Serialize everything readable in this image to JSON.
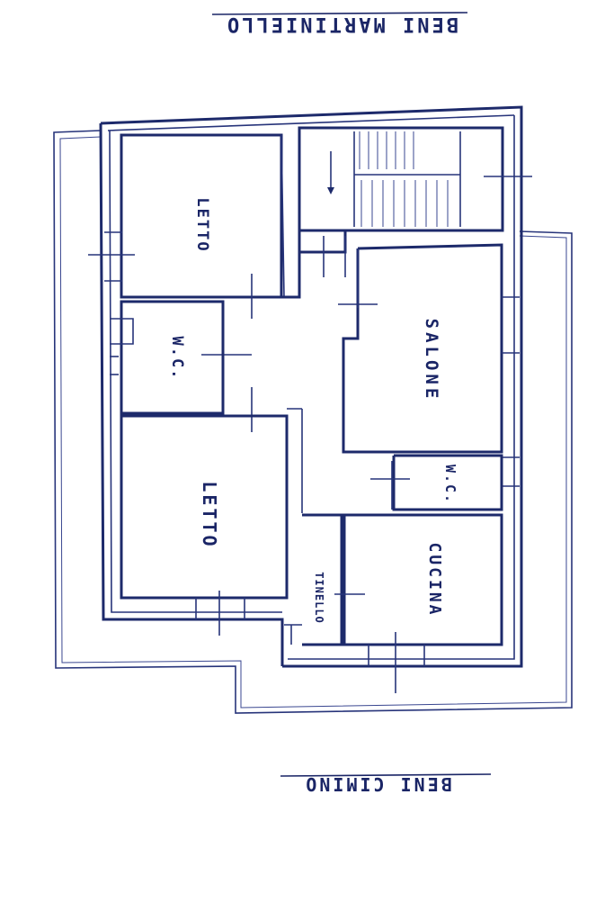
{
  "plan": {
    "border_top": "BENI MARTINIELLO",
    "border_bottom": "BENI CIMINO",
    "rooms": {
      "letto_upper": "LETTO",
      "wc_left": "W.C.",
      "letto_lower": "LETTO",
      "salone": "SALONE",
      "wc_right": "W.C.",
      "tinello": "TINELLO",
      "cucina": "CUCINA"
    }
  },
  "colors": {
    "ink": "#1d2a6b",
    "paper": "#ffffff"
  }
}
